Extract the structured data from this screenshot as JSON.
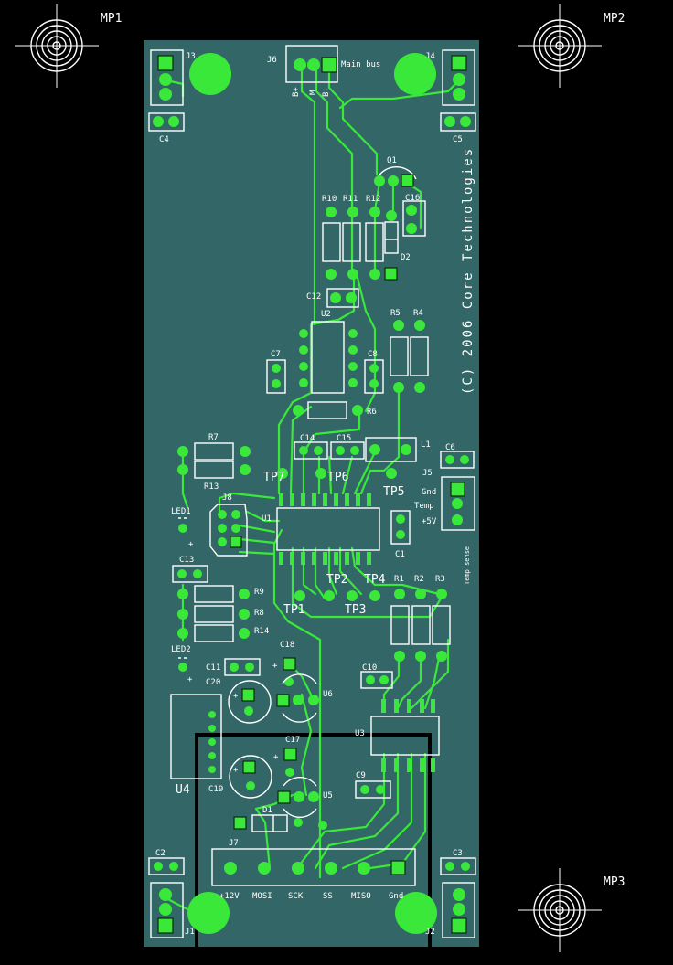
{
  "board": {
    "copyright": "(C) 2006 Core Technologies",
    "board_color": "#336666",
    "copper_color": "#39e839",
    "silk_color": "#ffffff"
  },
  "mounting": [
    {
      "label": "MP1"
    },
    {
      "label": "MP2"
    },
    {
      "label": "MP3"
    }
  ],
  "refdes": {
    "J3": "J3",
    "J4": "J4",
    "J6": "J6",
    "J1": "J1",
    "J2": "J2",
    "J5": "J5",
    "J7": "J7",
    "J8": "J8",
    "C4": "C4",
    "C5": "C5",
    "C2": "C2",
    "C3": "C3",
    "C6": "C6",
    "C1": "C1",
    "C7": "C7",
    "C8": "C8",
    "C9": "C9",
    "C10": "C10",
    "C11": "C11",
    "C12": "C12",
    "C13": "C13",
    "C14": "C14",
    "C15": "C15",
    "C16": "C16",
    "C17": "C17",
    "C18": "C18",
    "C19": "C19",
    "C20": "C20",
    "R1": "R1",
    "R2": "R2",
    "R3": "R3",
    "R4": "R4",
    "R5": "R5",
    "R6": "R6",
    "R7": "R7",
    "R8": "R8",
    "R9": "R9",
    "R10": "R10",
    "R11": "R11",
    "R12": "R12",
    "R13": "R13",
    "R14": "R14",
    "U1": "U1",
    "U2": "U2",
    "U3": "U3",
    "U4": "U4",
    "U5": "U5",
    "U6": "U6",
    "Q1": "Q1",
    "D1": "D1",
    "D2": "D2",
    "L1": "L1",
    "LED1": "LED1",
    "LED2": "LED2",
    "TP1": "TP1",
    "TP2": "TP2",
    "TP3": "TP3",
    "TP4": "TP4",
    "TP5": "TP5",
    "TP6": "TP6",
    "TP7": "TP7",
    "plus": "+"
  },
  "connectors": {
    "main_bus": {
      "title": "Main bus",
      "pins": [
        "B+",
        "M",
        "B-"
      ]
    },
    "temp_sense": {
      "title": "Temp sense",
      "pins": [
        "Gnd",
        "Temp",
        "+5V"
      ]
    },
    "prog": {
      "pins": [
        "+12V",
        "MOSI",
        "SCK",
        "SS",
        "MISO",
        "Gnd"
      ]
    }
  }
}
